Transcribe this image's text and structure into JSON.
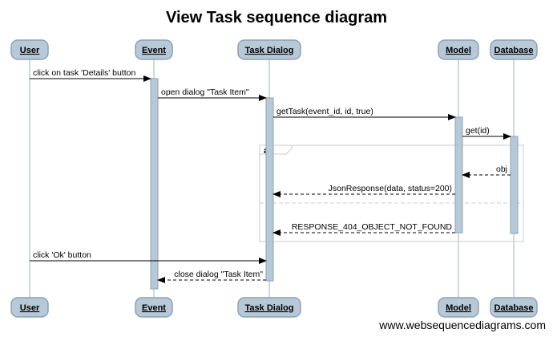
{
  "title": "View Task sequence diagram",
  "participants": [
    {
      "id": "user",
      "label": "User"
    },
    {
      "id": "event",
      "label": "Event"
    },
    {
      "id": "task_dialog",
      "label": "Task Dialog"
    },
    {
      "id": "model",
      "label": "Model"
    },
    {
      "id": "database",
      "label": "Database"
    }
  ],
  "messages": [
    {
      "from": "user",
      "to": "event",
      "label": "click on task 'Details' button",
      "style": "solid"
    },
    {
      "from": "event",
      "to": "task_dialog",
      "label": "open dialog \"Task Item\"",
      "style": "solid"
    },
    {
      "from": "task_dialog",
      "to": "model",
      "label": "getTask(event_id, id, true)",
      "style": "solid"
    },
    {
      "from": "model",
      "to": "database",
      "label": "get(id)",
      "style": "solid"
    },
    {
      "from": "database",
      "to": "model",
      "label": "obj",
      "style": "dashed"
    },
    {
      "from": "model",
      "to": "task_dialog",
      "label": "JsonResponse(data, status=200)",
      "style": "dashed"
    },
    {
      "from": "model",
      "to": "task_dialog",
      "label": "RESPONSE_404_OBJECT_NOT_FOUND",
      "style": "dashed"
    },
    {
      "from": "user",
      "to": "task_dialog",
      "label": "click 'Ok' button",
      "style": "solid"
    },
    {
      "from": "task_dialog",
      "to": "event",
      "label": "close dialog \"Task Item\"",
      "style": "dashed"
    }
  ],
  "fragment": {
    "label": "alt"
  },
  "watermark": "www.websequencediagrams.com",
  "colors": {
    "actor_fill": "#b7c9d7",
    "actor_stroke": "#8aa2b5",
    "lifeline": "#b0bfcc",
    "frame": "#cccccc"
  }
}
